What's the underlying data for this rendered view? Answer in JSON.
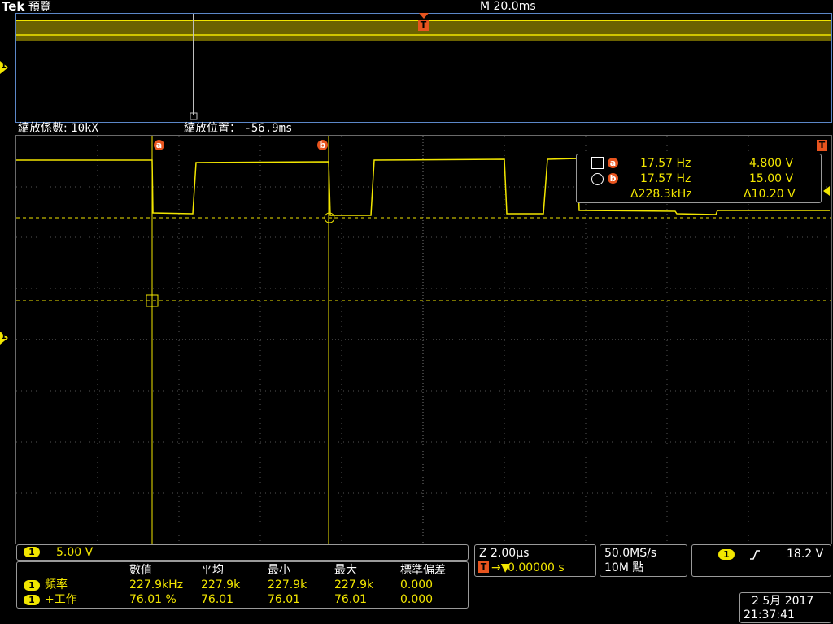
{
  "header": {
    "brand": "Tek",
    "mode": "預覽",
    "timebase": "M 20.0ms"
  },
  "zoom_info": {
    "factor_label": "縮放係數:",
    "factor_value": "10kX",
    "position_label": "縮放位置：",
    "position_value": "-56.9ms"
  },
  "channel_marker": "1",
  "trigger_marker": "T",
  "cursor_readout": {
    "a_label": "a",
    "b_label": "b",
    "a_freq": "17.57 Hz",
    "a_volt": "4.800 V",
    "b_freq": "17.57 Hz",
    "b_volt": "15.00 V",
    "delta_freq": "Δ228.3kHz",
    "delta_volt": "Δ10.20 V"
  },
  "channel_scale": {
    "channel": "1",
    "value": "5.00 V"
  },
  "measurements": {
    "headers": [
      "數值",
      "平均",
      "最小",
      "最大",
      "標準偏差"
    ],
    "rows": [
      {
        "channel": "1",
        "name": "頻率",
        "values": [
          "227.9kHz",
          "227.9k",
          "227.9k",
          "227.9k",
          "0.000"
        ]
      },
      {
        "channel": "1",
        "name": "+工作",
        "values": [
          "76.01 %",
          "76.01",
          "76.01",
          "76.01",
          "0.000"
        ]
      }
    ]
  },
  "zoom_timebase": {
    "z_value": "Z 2.00µs",
    "trigger_offset": "0.00000 s"
  },
  "acquisition": {
    "sample_rate": "50.0MS/s",
    "record_length": "10M 點"
  },
  "trigger": {
    "channel": "1",
    "slope_icon": "rising-edge-icon",
    "level": "18.2 V"
  },
  "datetime": {
    "date": "2 5月 2017",
    "time": "21:37:41"
  },
  "colors": {
    "trace": "#f2e600",
    "cursor_badge": "#e8541e",
    "graticule": "#7a7a7a",
    "border": "#9a9a9a"
  }
}
